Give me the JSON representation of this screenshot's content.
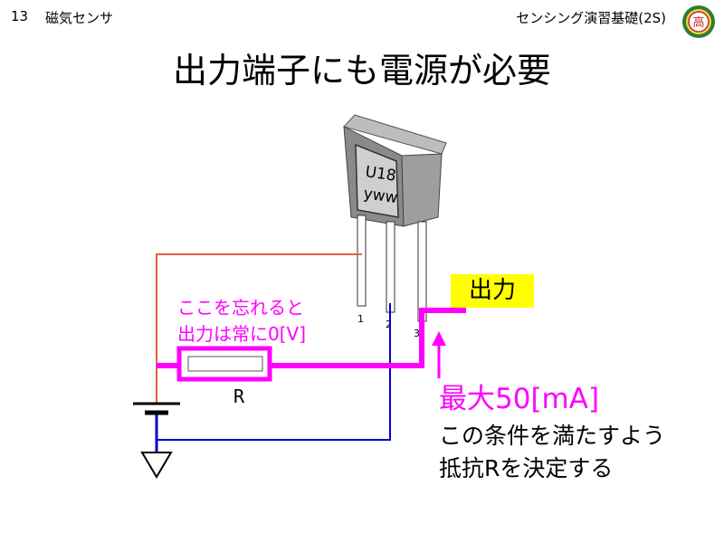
{
  "header": {
    "slide_number": "13",
    "section_title": "磁気センサ",
    "course_title": "センシング演習基礎(2S)",
    "logo_char": "高"
  },
  "title": "出力端子にも電源が必要",
  "sensor": {
    "line1": "U18",
    "line2": "yww",
    "pins": [
      "1",
      "2",
      "3"
    ]
  },
  "labels": {
    "output": "出力",
    "note_line1": "ここを忘れると",
    "note_line2": "出力は常に0[V]",
    "resistor": "R",
    "current_limit": "最大50[mA]",
    "condition_line1": "この条件を満たすよう",
    "condition_line2": "抵抗Rを決定する"
  },
  "colors": {
    "supply_wire": "#e06040",
    "ground_wire": "#0000cc",
    "output_wire": "#ff00ff",
    "output_label_bg": "#ffff00",
    "magenta_text": "#ff00ff"
  }
}
